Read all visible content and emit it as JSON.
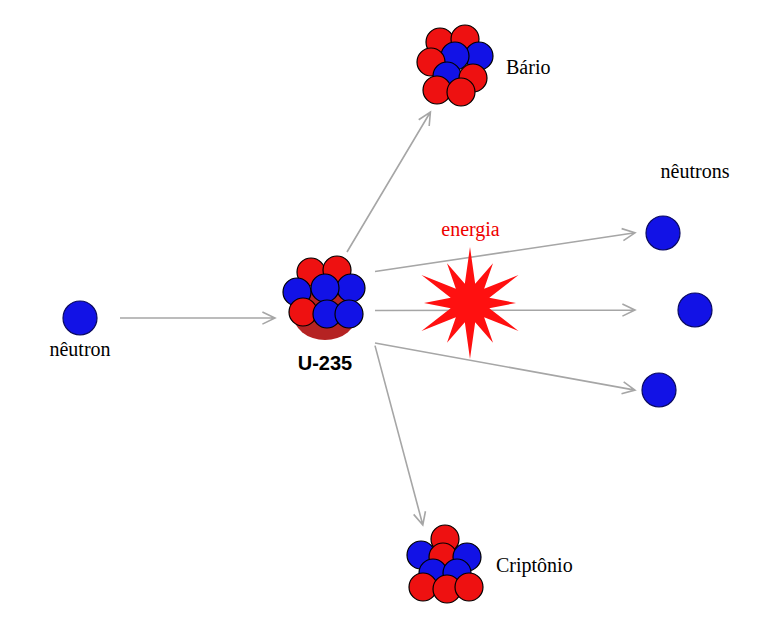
{
  "diagram": {
    "nodes": [
      {
        "text": [
          "nêutron"
        ]
      },
      {
        "text": [
          "U-235"
        ]
      },
      {
        "text": [
          "Bário"
        ]
      },
      {
        "text": [
          "energia"
        ]
      },
      {
        "text": [
          "nêutrons"
        ]
      },
      {
        "text": [
          "Criptônio"
        ]
      }
    ],
    "edges": [
      {
        "from": 0,
        "to": 1,
        "arrow": "to"
      },
      {
        "from": 1,
        "to": 2,
        "arrow": "to"
      },
      {
        "from": 1,
        "to": 4,
        "arrow": "to"
      },
      {
        "from": 1,
        "to": 4,
        "arrow": "to"
      },
      {
        "from": 1,
        "to": 4,
        "arrow": "to"
      },
      {
        "from": 1,
        "to": 5,
        "arrow": "to"
      }
    ]
  }
}
